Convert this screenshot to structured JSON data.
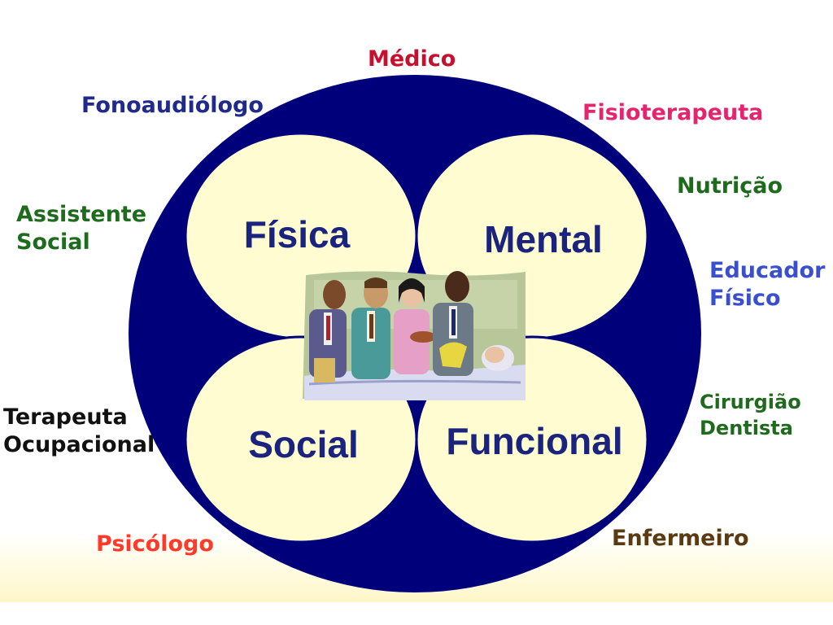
{
  "diagram": {
    "quadrants": [
      {
        "id": "fisica",
        "label": "Física"
      },
      {
        "id": "mental",
        "label": "Mental"
      },
      {
        "id": "social",
        "label": "Social"
      },
      {
        "id": "funcional",
        "label": "Funcional"
      }
    ],
    "professionals": [
      {
        "id": "medico",
        "lines": [
          "Médico"
        ],
        "color": "#c8102e"
      },
      {
        "id": "fonoaudiologo",
        "lines": [
          "Fonoaudiólogo"
        ],
        "color": "#1f2a8c"
      },
      {
        "id": "fisioterapeuta",
        "lines": [
          "Fisioterapeuta"
        ],
        "color": "#e6246e"
      },
      {
        "id": "nutricao",
        "lines": [
          "Nutrição"
        ],
        "color": "#1e6b1e"
      },
      {
        "id": "assistente-social",
        "lines": [
          "Assistente",
          "Social"
        ],
        "color": "#1e6b1e"
      },
      {
        "id": "educador-fisico",
        "lines": [
          "Educador",
          "Físico"
        ],
        "color": "#3a4fd0"
      },
      {
        "id": "terapeuta-ocupacional",
        "lines": [
          "Terapeuta",
          "Ocupacional"
        ],
        "color": "#111111"
      },
      {
        "id": "cirurgiao-dentista",
        "lines": [
          "Cirurgião",
          "Dentista"
        ],
        "color": "#1e6b1e"
      },
      {
        "id": "psicologo",
        "lines": [
          "Psicólogo"
        ],
        "color": "#ff3a2a"
      },
      {
        "id": "enfermeiro",
        "lines": [
          "Enfermeiro"
        ],
        "color": "#5a3a10"
      }
    ],
    "colors": {
      "outer_circle": "#00007a",
      "petal": "#fffcd2",
      "quadrant_text": "#1a237e"
    }
  }
}
